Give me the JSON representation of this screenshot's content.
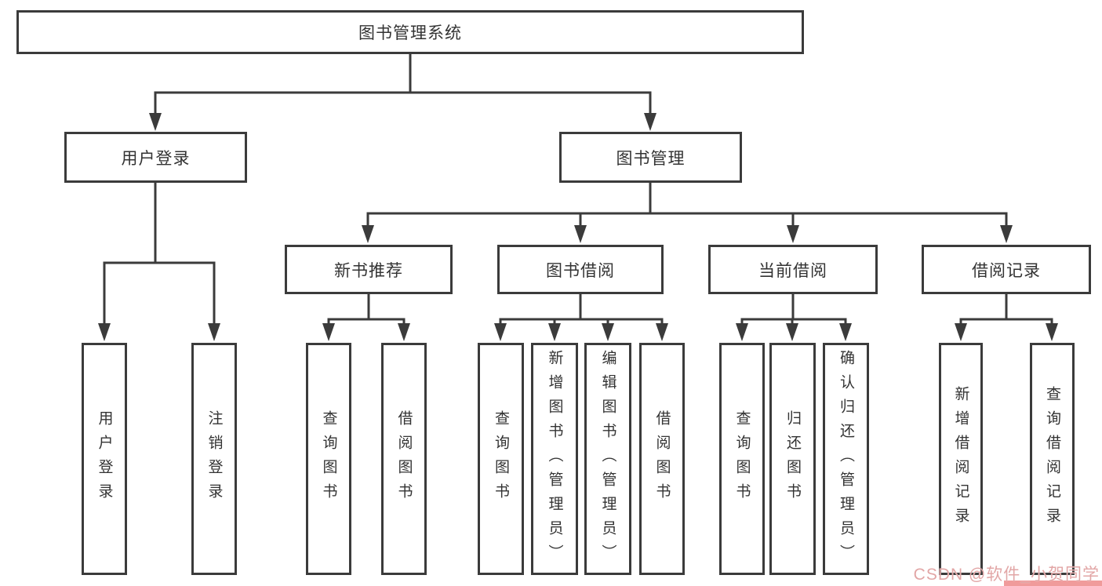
{
  "diagram": {
    "root": {
      "label": "图书管理系统",
      "children": [
        {
          "label": "用户登录",
          "children": [
            {
              "label": "用户登录"
            },
            {
              "label": "注销登录"
            }
          ]
        },
        {
          "label": "图书管理",
          "children": [
            {
              "label": "新书推荐",
              "children": [
                {
                  "label": "查询图书"
                },
                {
                  "label": "借阅图书"
                }
              ]
            },
            {
              "label": "图书借阅",
              "children": [
                {
                  "label": "查询图书"
                },
                {
                  "label": "新增图书（管理员）"
                },
                {
                  "label": "编辑图书（管理员）"
                },
                {
                  "label": "借阅图书"
                }
              ]
            },
            {
              "label": "当前借阅",
              "children": [
                {
                  "label": "查询图书"
                },
                {
                  "label": "归还图书"
                },
                {
                  "label": "确认归还（管理员）"
                }
              ]
            },
            {
              "label": "借阅记录",
              "children": [
                {
                  "label": "新增借阅记录"
                },
                {
                  "label": "查询借阅记录"
                }
              ]
            }
          ]
        }
      ]
    }
  },
  "watermark": {
    "text": "CSDN @软件_小贺同学"
  },
  "colors": {
    "line": "#3b3b3b",
    "text": "#333333",
    "watermark": "#e2a6a6",
    "watermark_bar": "#f09b9b"
  }
}
